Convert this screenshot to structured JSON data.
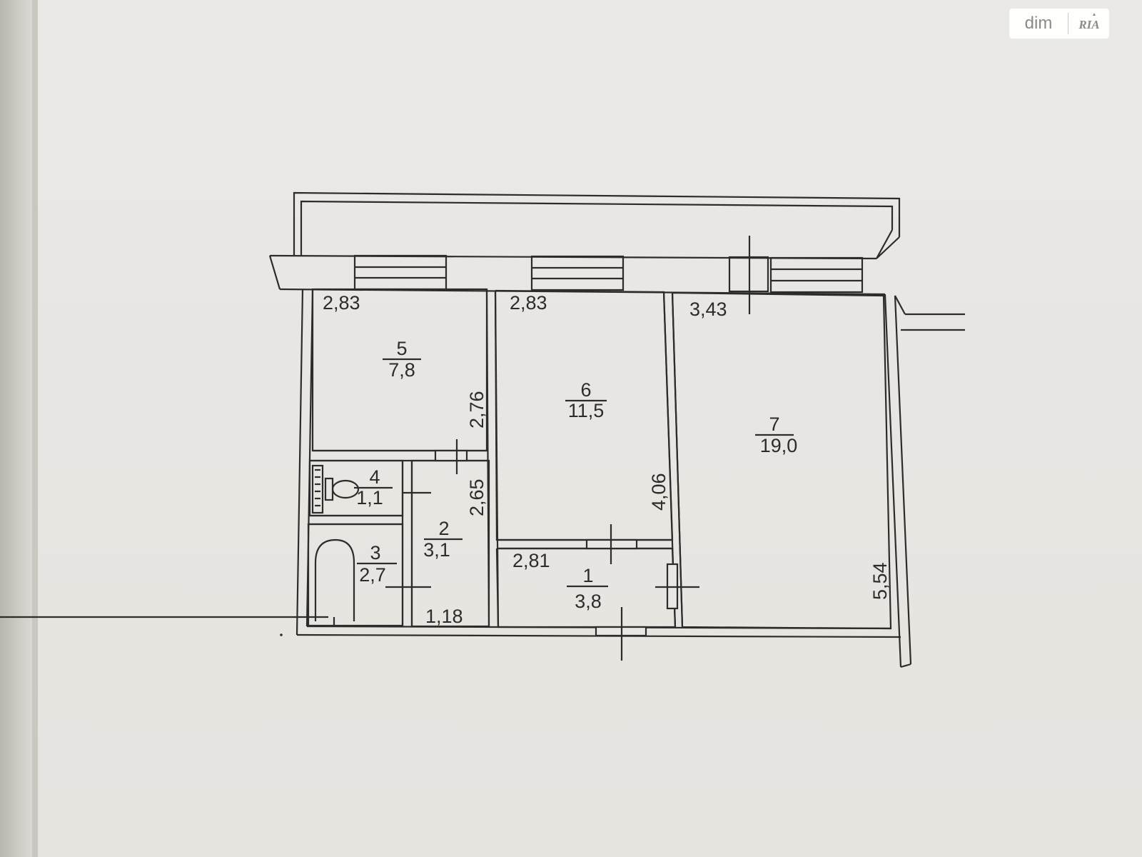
{
  "watermark": {
    "site": "dim",
    "brand": "RIA"
  },
  "rooms": [
    {
      "number": "1",
      "area": "3,8"
    },
    {
      "number": "2",
      "area": "3,1"
    },
    {
      "number": "3",
      "area": "2,7"
    },
    {
      "number": "4",
      "area": "1,1"
    },
    {
      "number": "5",
      "area": "7,8"
    },
    {
      "number": "6",
      "area": "11,5"
    },
    {
      "number": "7",
      "area": "19,0"
    }
  ],
  "dimensions": {
    "room5_width": "2,83",
    "room6_width": "2,83",
    "room7_width": "3,43",
    "room5_depth": "2,76",
    "room2_depth": "2,65",
    "room6_depth": "4,06",
    "room7_depth": "5,54",
    "room1_width": "2,81",
    "room2_width": "1,18"
  },
  "colors": {
    "paper": "#e9e7e3",
    "ink": "#2c2c2c",
    "spine": "#bdbab4"
  }
}
